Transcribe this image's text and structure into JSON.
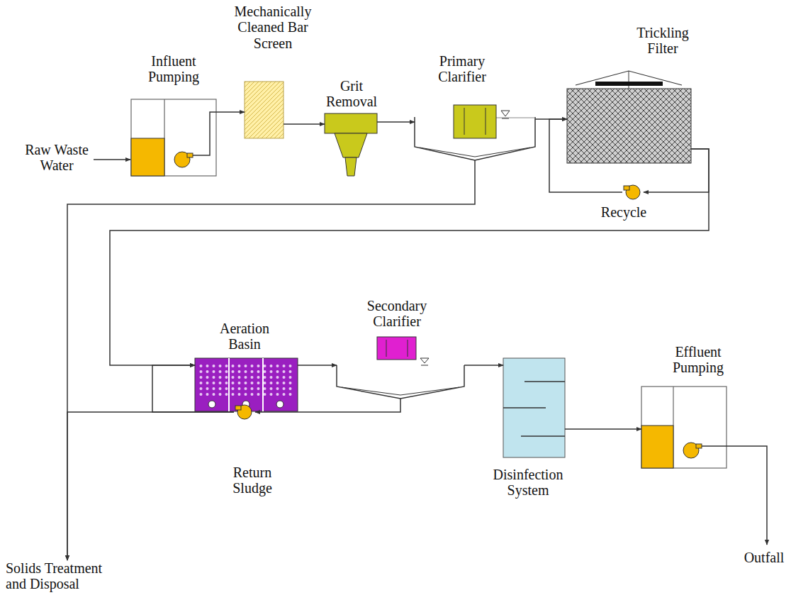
{
  "diagram": {
    "nodes": [
      {
        "text": [
          "Influent Pumping"
        ]
      },
      {
        "text": [
          "Mechanically Cleaned Bar Screen"
        ]
      },
      {
        "text": [
          "Grit Removal"
        ]
      },
      {
        "text": [
          "Primary Clarifier"
        ]
      },
      {
        "text": [
          "Trickling Filter"
        ]
      },
      {
        "text": [
          "Recycle"
        ]
      },
      {
        "text": [
          "Aeration Basin"
        ]
      },
      {
        "text": [
          "Secondary Clarifier"
        ]
      },
      {
        "text": [
          "Disinfection System"
        ]
      },
      {
        "text": [
          "Effluent Pumping"
        ]
      },
      {
        "text": [
          "Return Sludge"
        ]
      },
      {
        "text": [
          "Solids Treatment and Disposal"
        ]
      }
    ],
    "edges": [
      {
        "from": 0,
        "to": 1,
        "arrow": "to"
      },
      {
        "from": 1,
        "to": 2,
        "arrow": "to"
      },
      {
        "from": 2,
        "to": 3,
        "arrow": "to"
      },
      {
        "from": 3,
        "to": 4,
        "arrow": "to"
      },
      {
        "from": 4,
        "to": 5,
        "arrow": "to"
      },
      {
        "from": 5,
        "to": 4,
        "arrow": "to"
      },
      {
        "from": 4,
        "to": 6,
        "arrow": "to"
      },
      {
        "from": 3,
        "to": 11,
        "arrow": "to"
      },
      {
        "from": 6,
        "to": 7,
        "arrow": "to"
      },
      {
        "from": 7,
        "to": 10,
        "arrow": "to"
      },
      {
        "from": 10,
        "to": 6,
        "arrow": "to"
      },
      {
        "from": 10,
        "to": 11,
        "arrow": "to"
      },
      {
        "from": 7,
        "to": 8,
        "arrow": "to"
      },
      {
        "from": 8,
        "to": 9,
        "arrow": "to"
      }
    ],
    "labels": [
      "Raw Waste Water",
      "Outfall"
    ]
  }
}
